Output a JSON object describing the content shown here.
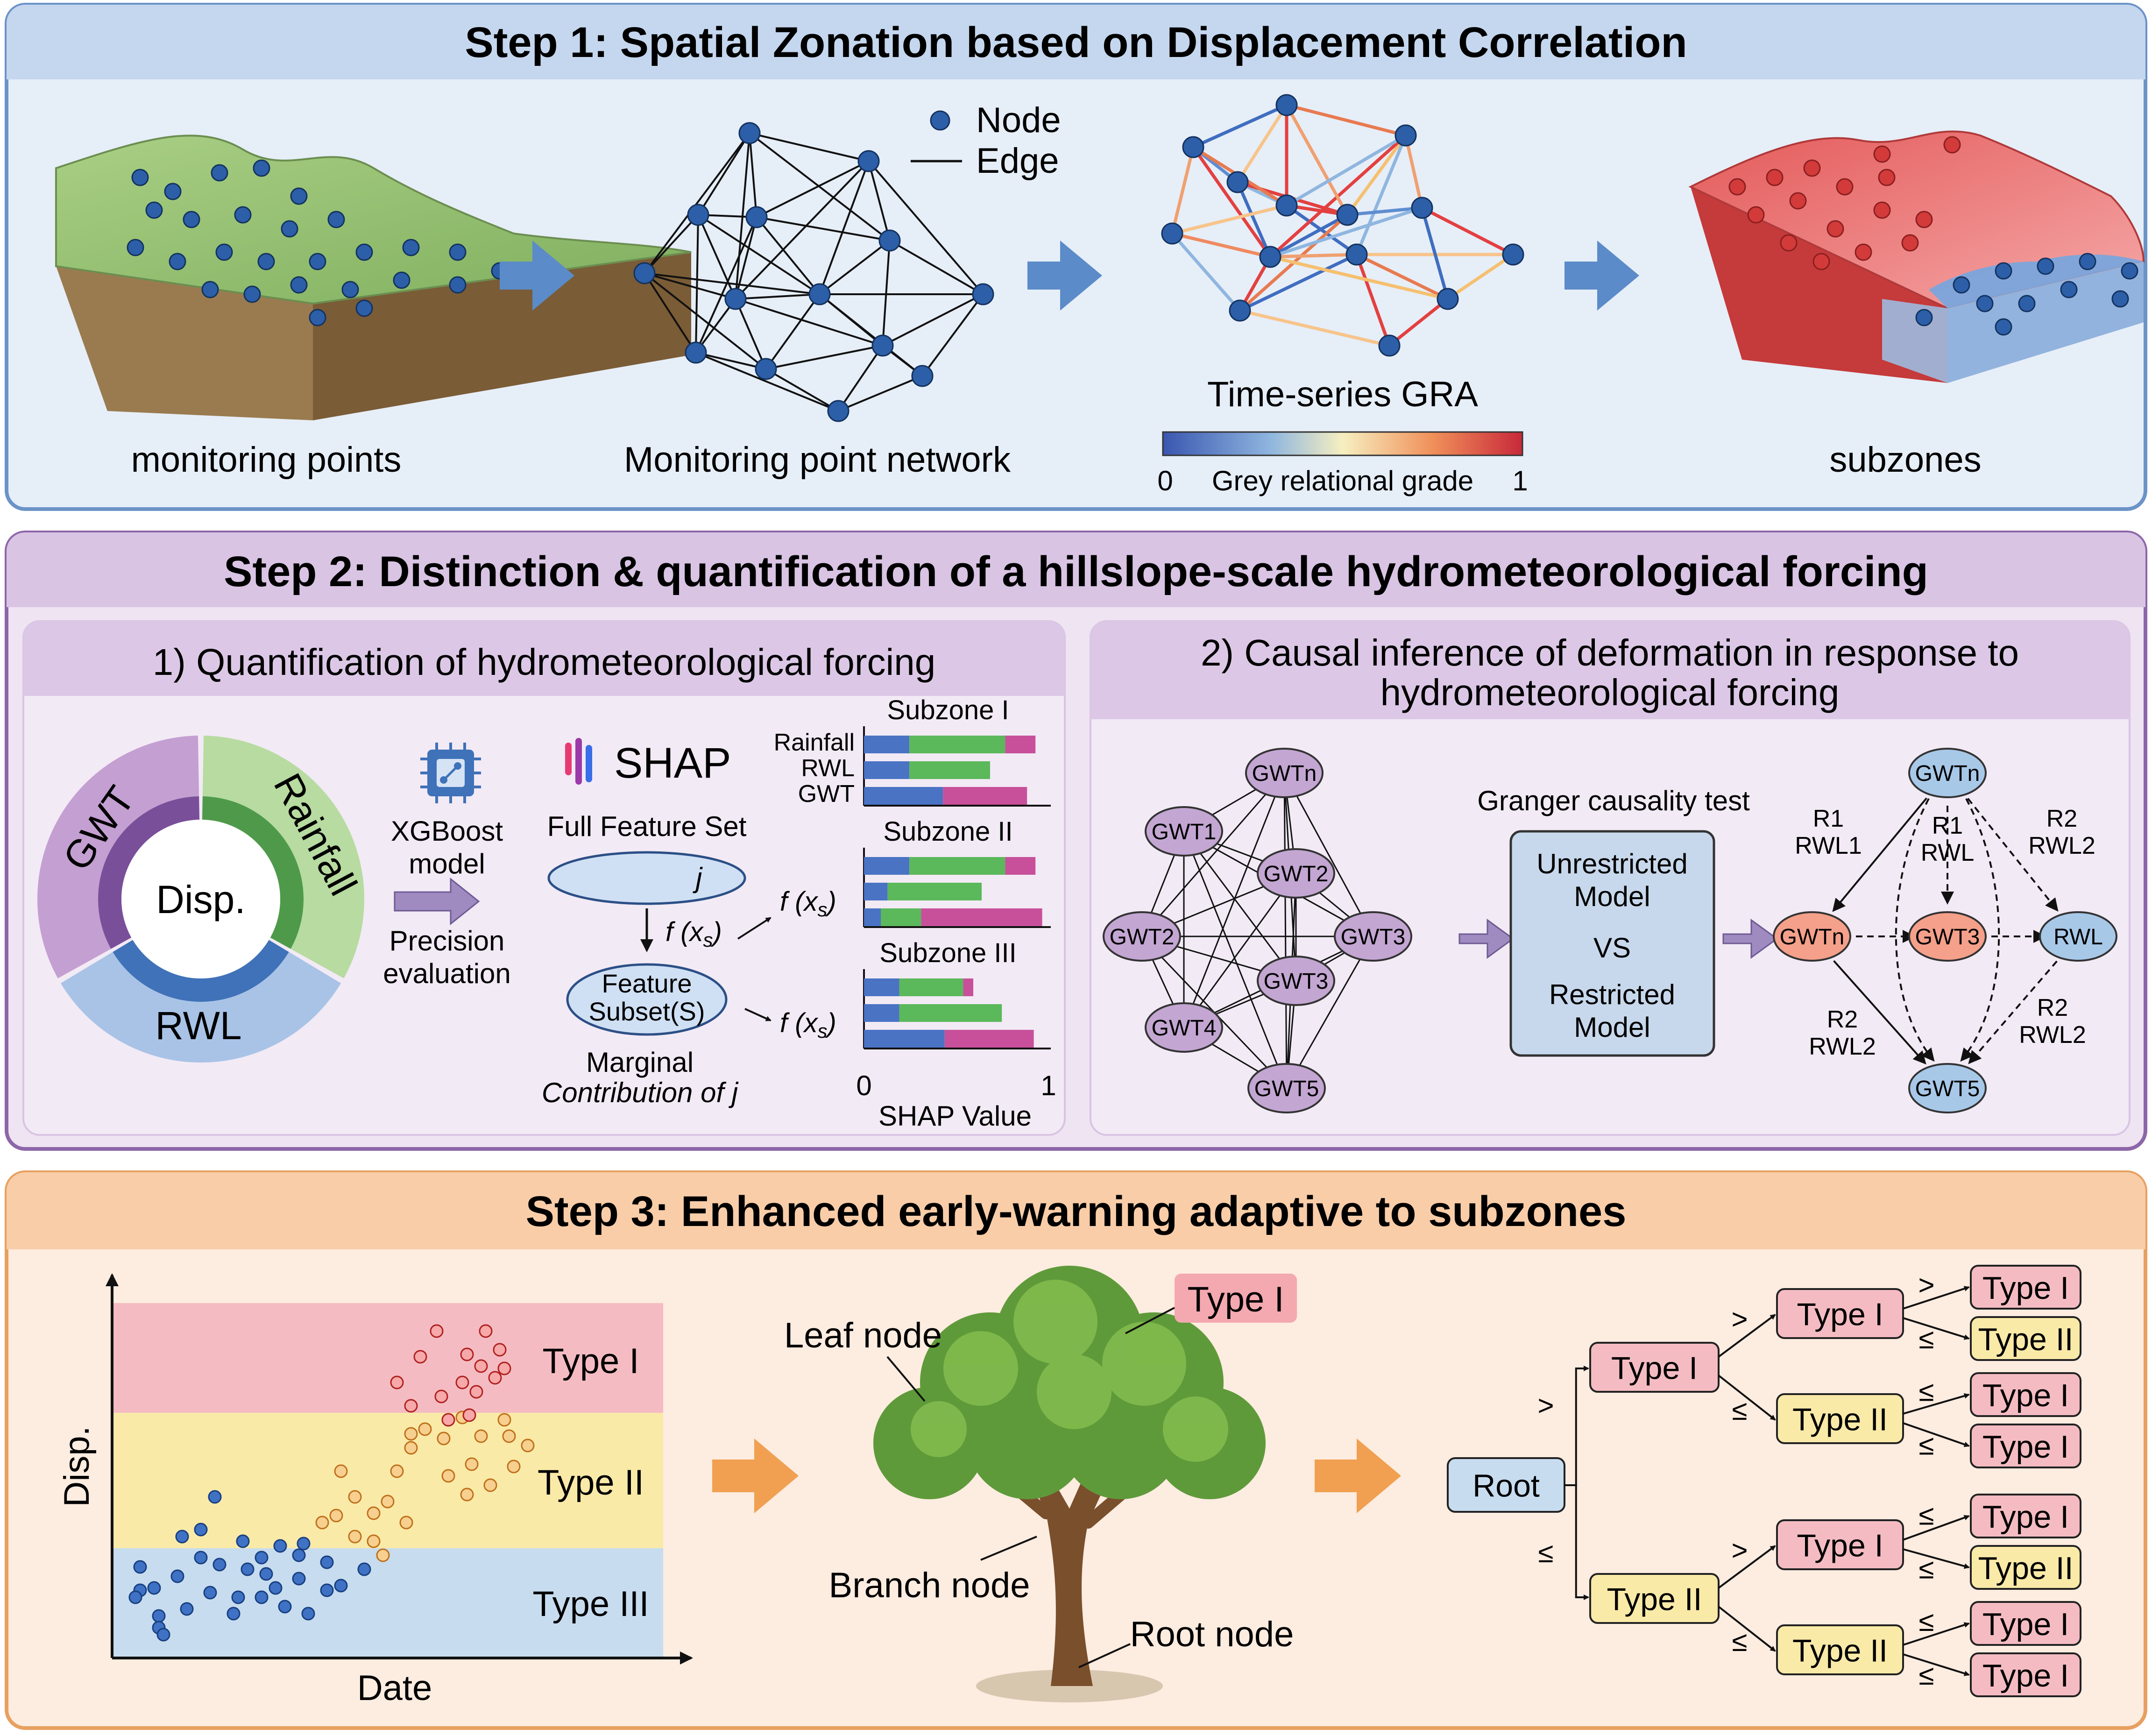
{
  "step1": {
    "title": "Step 1: Spatial Zonation based on Displacement Correlation",
    "labels": {
      "monitoring_points": "monitoring points",
      "network": "Monitoring point network",
      "gra": "Time-series GRA",
      "subzones": "subzones"
    },
    "legend": {
      "node": "Node",
      "edge": "Edge"
    },
    "colorbar": {
      "min": "0",
      "label": "Grey relational grade",
      "max": "1"
    }
  },
  "step2": {
    "title": "Step 2: Distinction & quantification of a hillslope-scale hydrometeorological forcing",
    "panel1": {
      "title": "1) Quantification of hydrometeorological forcing",
      "donut": {
        "center": "Disp.",
        "segments": [
          "GWT",
          "Rainfall",
          "RWL"
        ]
      },
      "model": {
        "line1": "XGBoost",
        "line2": "model",
        "eval1": "Precision",
        "eval2": "evaluation"
      },
      "shap": {
        "logo": "SHAP",
        "full_feature_set": "Full Feature Set",
        "j": "j",
        "fxs": "f (x",
        "fxs_sub": "s",
        "fxs_close": ")",
        "feature": "Feature",
        "subset": "Subset(S)",
        "marginal1": "Marginal",
        "marginal2": "Contribution of j",
        "axis_min": "0",
        "axis_max": "1",
        "axis_label": "SHAP Value",
        "features": [
          "Rainfall",
          "RWL",
          "GWT"
        ]
      }
    },
    "panel2": {
      "title1": "2) Causal inference of deformation in response to",
      "title2": "hydrometeorological forcing",
      "granger": "Granger causality test",
      "model_box": [
        "Unrestricted",
        "Model",
        "VS",
        "Restricted",
        "Model"
      ],
      "nodes_left": [
        "GWTn",
        "GWT1",
        "GWT2",
        "GWT2",
        "GWT3",
        "GWT3",
        "GWT4",
        "GWT5"
      ],
      "nodes_right": [
        "GWTn",
        "GWTn",
        "GWT3",
        "RWL",
        "GWT5"
      ],
      "edge_labels": {
        "r1_rwl1": [
          "R1",
          "RWL1"
        ],
        "r1_rwl": [
          "R1",
          "RWL"
        ],
        "r2_rwl2_top": [
          "R2",
          "RWL2"
        ],
        "r2_rwl2_left": [
          "R2",
          "RWL2"
        ],
        "r2_rwl2_right": [
          "R2",
          "RWL2"
        ]
      }
    }
  },
  "step3": {
    "title": "Step 3: Enhanced early-warning adaptive to subzones",
    "scatter": {
      "ylabel": "Disp.",
      "xlabel": "Date",
      "zones": [
        "Type I",
        "Type II",
        "Type III"
      ]
    },
    "tree_labels": {
      "leaf": "Leaf node",
      "branch": "Branch node",
      "root": "Root node",
      "type": "Type I"
    },
    "decision_tree": {
      "root": "Root",
      "gt": ">",
      "le": "≤",
      "level1": [
        "Type I",
        "Type II"
      ],
      "level2": [
        "Type I",
        "Type II",
        "Type I",
        "Type II"
      ],
      "leaves": [
        "Type I",
        "Type II",
        "Type I",
        "Type I",
        "Type I",
        "Type II",
        "Type I",
        "Type I"
      ]
    }
  },
  "colors": {
    "step1_border": "#6b93c7",
    "step1_fill": "#e6eef8",
    "step1_header": "#c5d7ee",
    "step2_border": "#8d66a8",
    "step2_fill": "#eee4f2",
    "step2_header": "#d9c4e4",
    "step3_border": "#e8a060",
    "step3_fill": "#fdece0",
    "step3_header": "#f8cda8",
    "node_blue": "#2c5fa8",
    "arrow_blue": "#5b8bc8",
    "arrow_orange": "#f0a050",
    "type1": "#f4bcc2",
    "type2": "#faeaa8",
    "type3": "#c7dcef"
  }
}
